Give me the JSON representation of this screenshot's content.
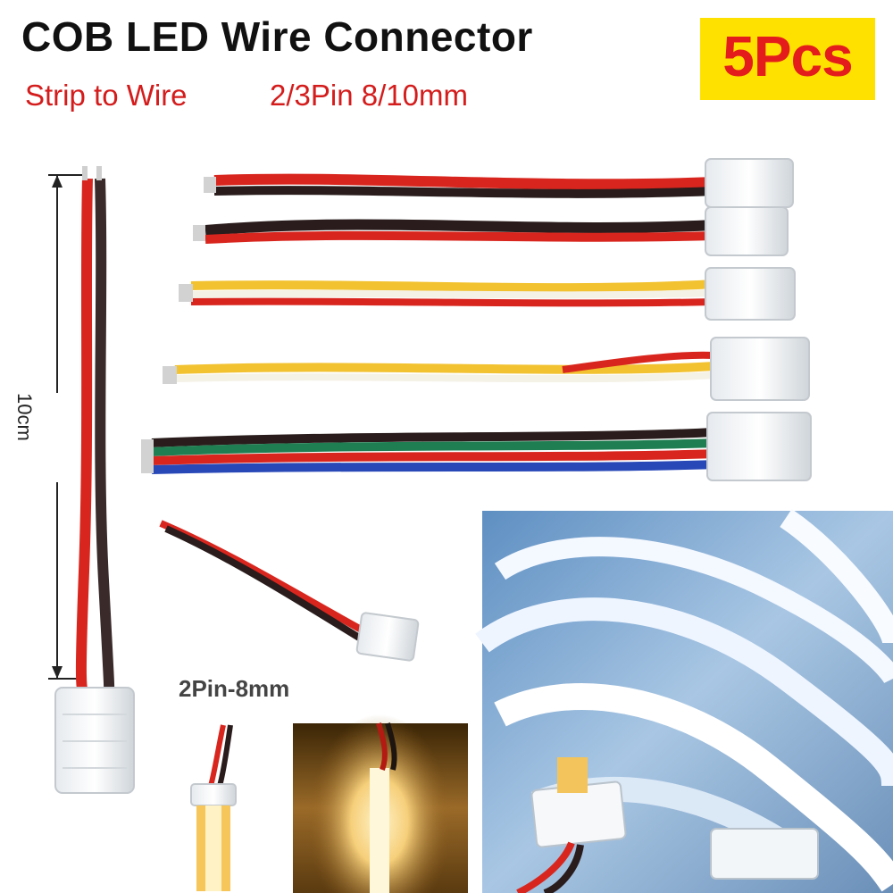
{
  "header": {
    "title": "COB LED Wire Connector",
    "quantity_badge": "5Pcs",
    "subtitle_left": "Strip to Wire",
    "subtitle_right": "2/3Pin 8/10mm"
  },
  "dimension_label": "10cm",
  "pin_label": "2Pin-8mm",
  "colors": {
    "title": "#111111",
    "badge_bg": "#ffe100",
    "badge_text": "#e41c1c",
    "subtitle": "#d41c1c",
    "wire_red": "#d8261e",
    "wire_black": "#2a1c1c",
    "wire_yellow": "#f2c230",
    "wire_white": "#f4f1e6",
    "wire_green": "#1f7f52",
    "wire_blue": "#2848b8"
  }
}
